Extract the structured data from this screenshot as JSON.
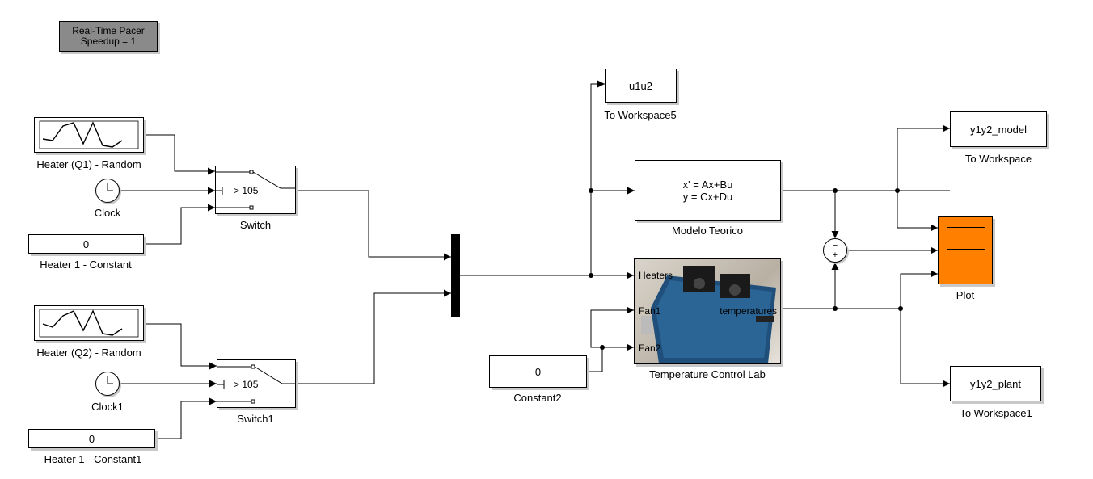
{
  "pacer": {
    "line1": "Real-Time Pacer",
    "line2": "Speedup = 1"
  },
  "blocks": {
    "heater_q1": {
      "label": "Heater (Q1) - Random"
    },
    "clock": {
      "label": "Clock"
    },
    "heater1_const": {
      "value": "0",
      "label": "Heater 1 - Constant"
    },
    "switch": {
      "threshold": "> 105",
      "label": "Switch"
    },
    "heater_q2": {
      "label": "Heater (Q2) - Random"
    },
    "clock1": {
      "label": "Clock1"
    },
    "heater1_const1": {
      "value": "0",
      "label": "Heater 1 - Constant1"
    },
    "switch1": {
      "threshold": "> 105",
      "label": "Switch1"
    },
    "u1u2": {
      "name": "u1u2",
      "label": "To Workspace5"
    },
    "model": {
      "eq1": "x' = Ax+Bu",
      "eq2": "y = Cx+Du",
      "label": "Modelo Teorico"
    },
    "tcl": {
      "label": "Temperature Control Lab",
      "port_heaters": "Heaters",
      "port_fan1": "Fan1",
      "port_fan2": "Fan2",
      "port_out": "temperatures"
    },
    "constant2": {
      "value": "0",
      "label": "Constant2"
    },
    "sum": {
      "minus": "−",
      "plus": "+"
    },
    "y1y2_model": {
      "name": "y1y2_model",
      "label": "To Workspace"
    },
    "plot": {
      "label": "Plot"
    },
    "y1y2_plant": {
      "name": "y1y2_plant",
      "label": "To Workspace1"
    }
  },
  "colors": {
    "scope": "#ff7f00",
    "pacer": "#8a8a8a"
  }
}
